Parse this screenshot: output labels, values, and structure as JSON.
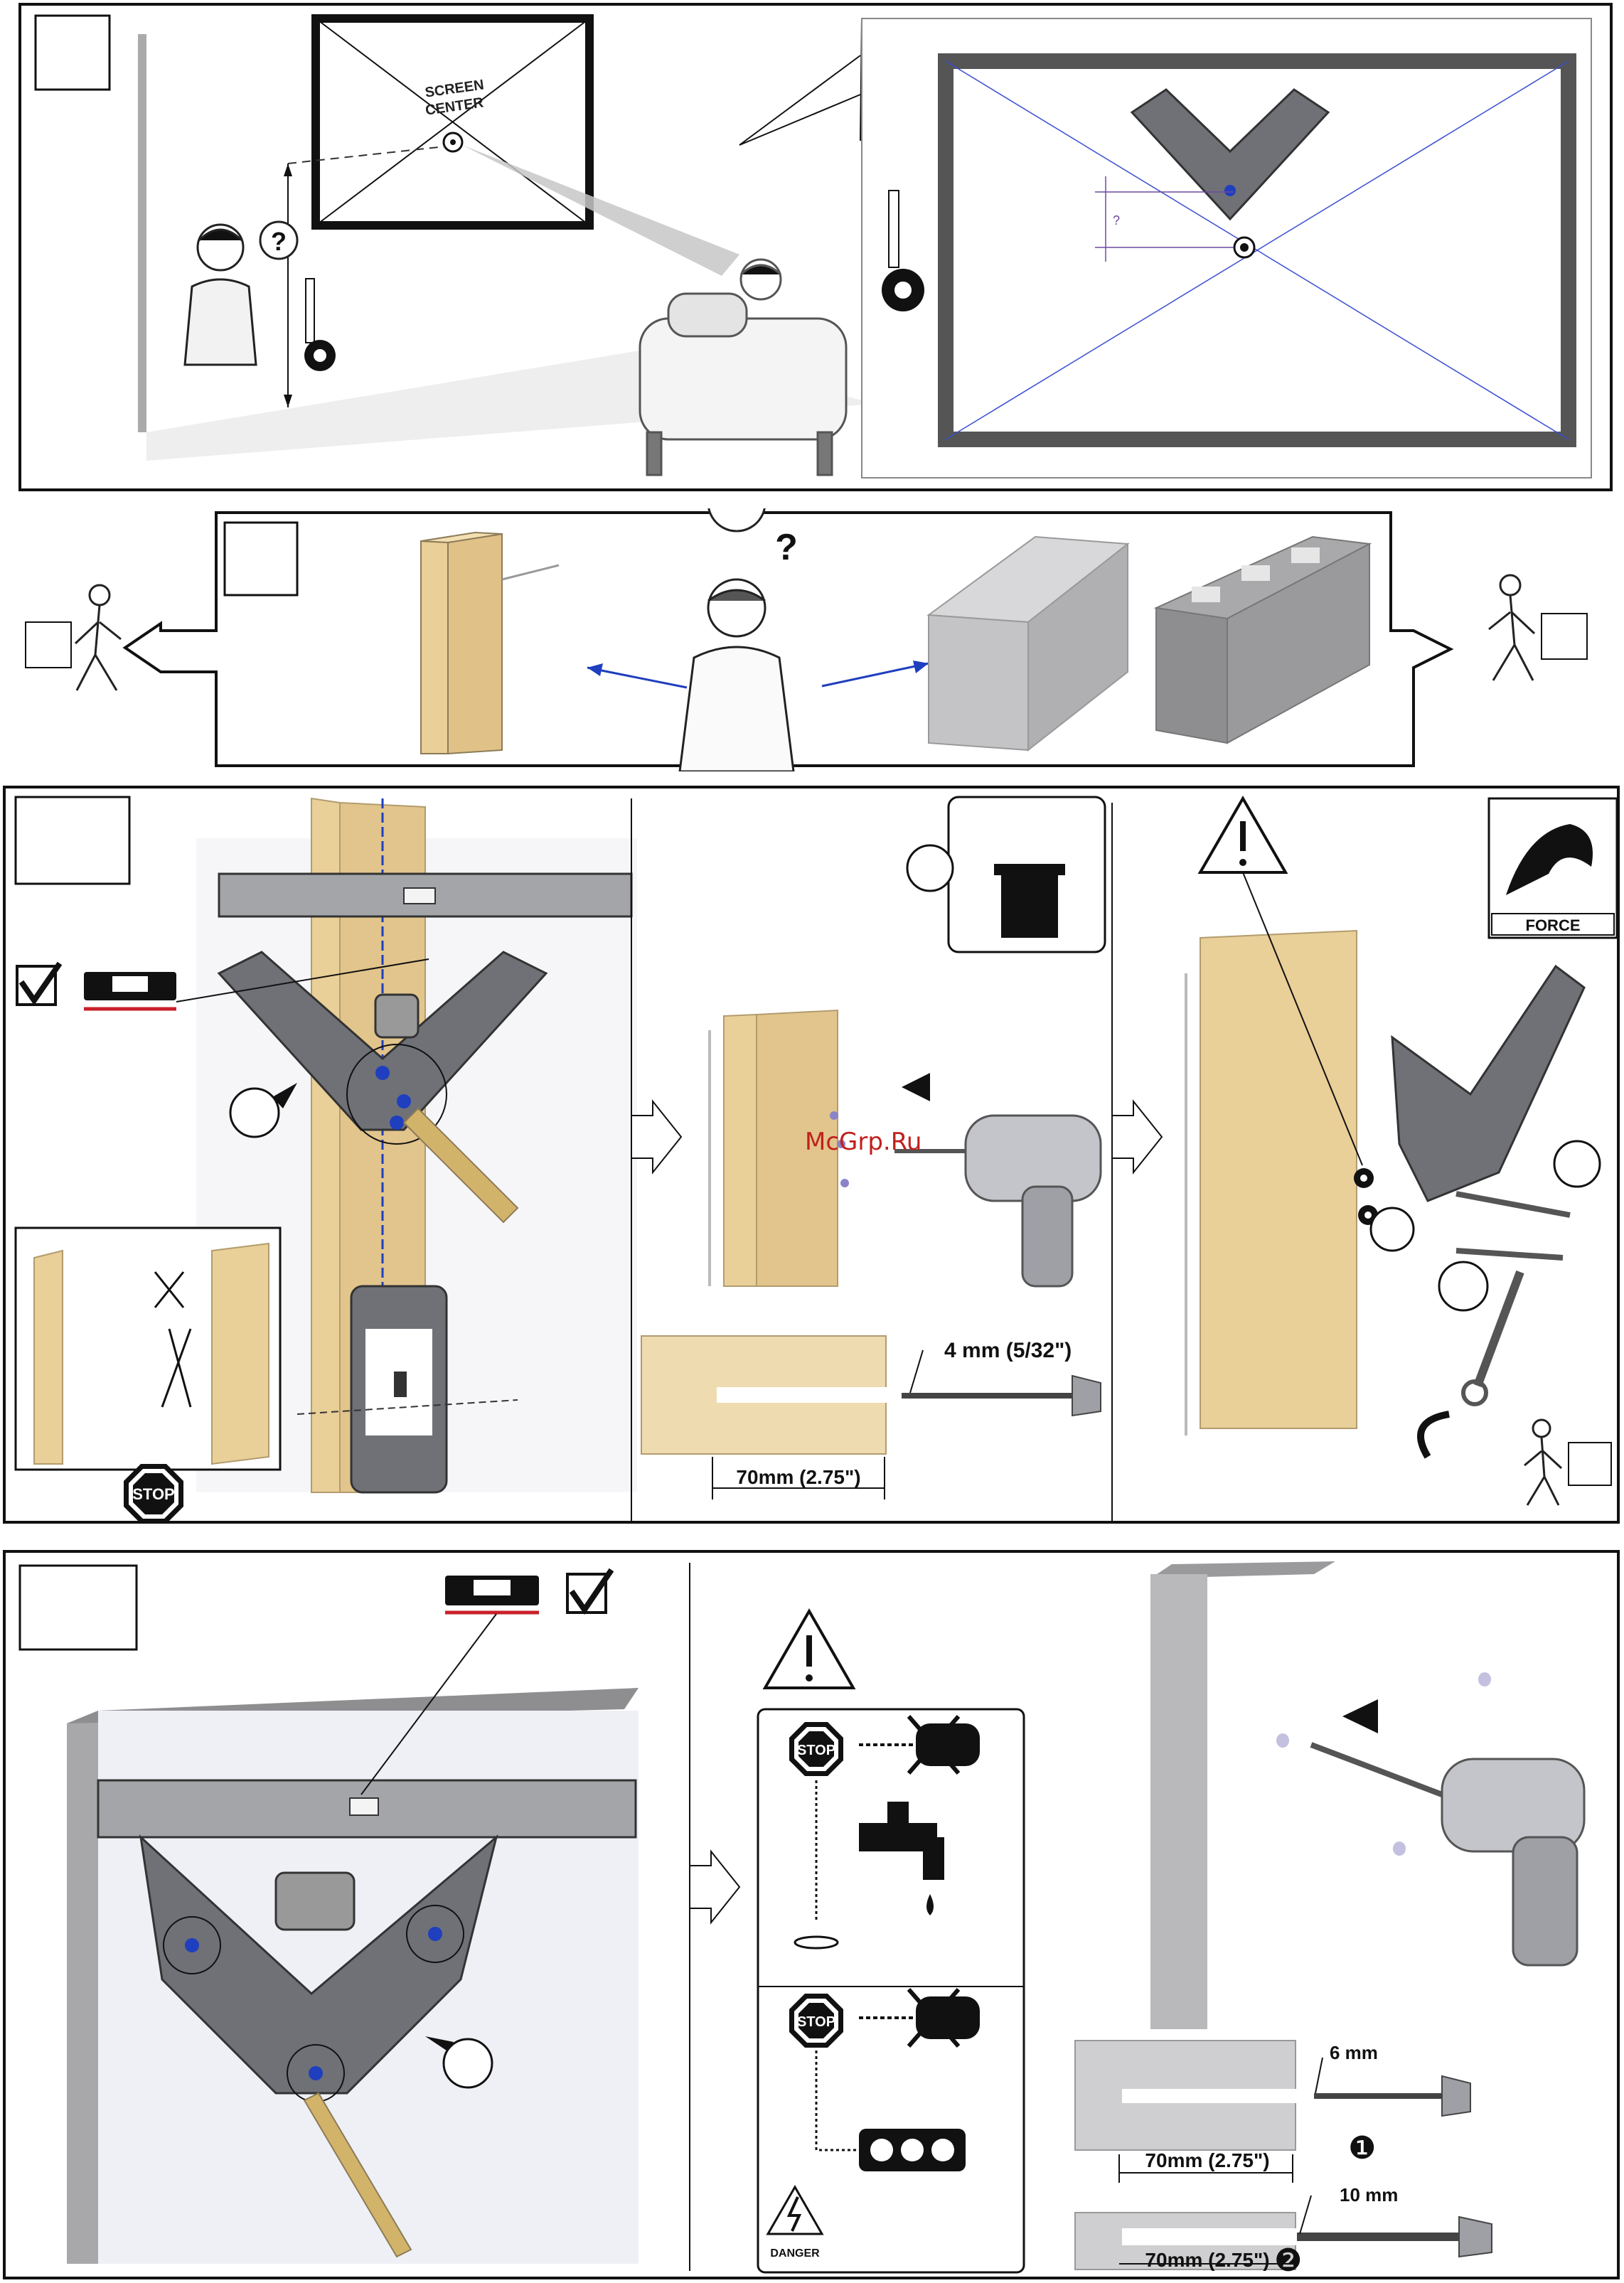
{
  "page": {
    "watermark": "McGrp.Ru"
  },
  "panel1": {
    "screen_label_line1": "SCREEN",
    "screen_label_line2": "CENTER",
    "question_mark": "?",
    "measure_mark": "?"
  },
  "panel2": {
    "question_mark": "?"
  },
  "panel3": {
    "force_label": "FORCE",
    "stop_label": "STOP",
    "drill_size": "4 mm (5/32\")",
    "depth": "70mm (2.75\")"
  },
  "panel4": {
    "stop_label_1": "STOP",
    "stop_label_2": "STOP",
    "danger_label": "DANGER",
    "drill_size_1": "6 mm",
    "depth_1": "70mm (2.75\")",
    "step_1": "❶",
    "drill_size_2": "10 mm",
    "depth_2": "70mm (2.75\")",
    "step_2": "❷"
  },
  "colors": {
    "wood": "#e9cf98",
    "steel": "#6f7177",
    "concrete": "#b9b9bb",
    "accent_blue": "#1f3fbf",
    "level_red": "#c9202a"
  }
}
